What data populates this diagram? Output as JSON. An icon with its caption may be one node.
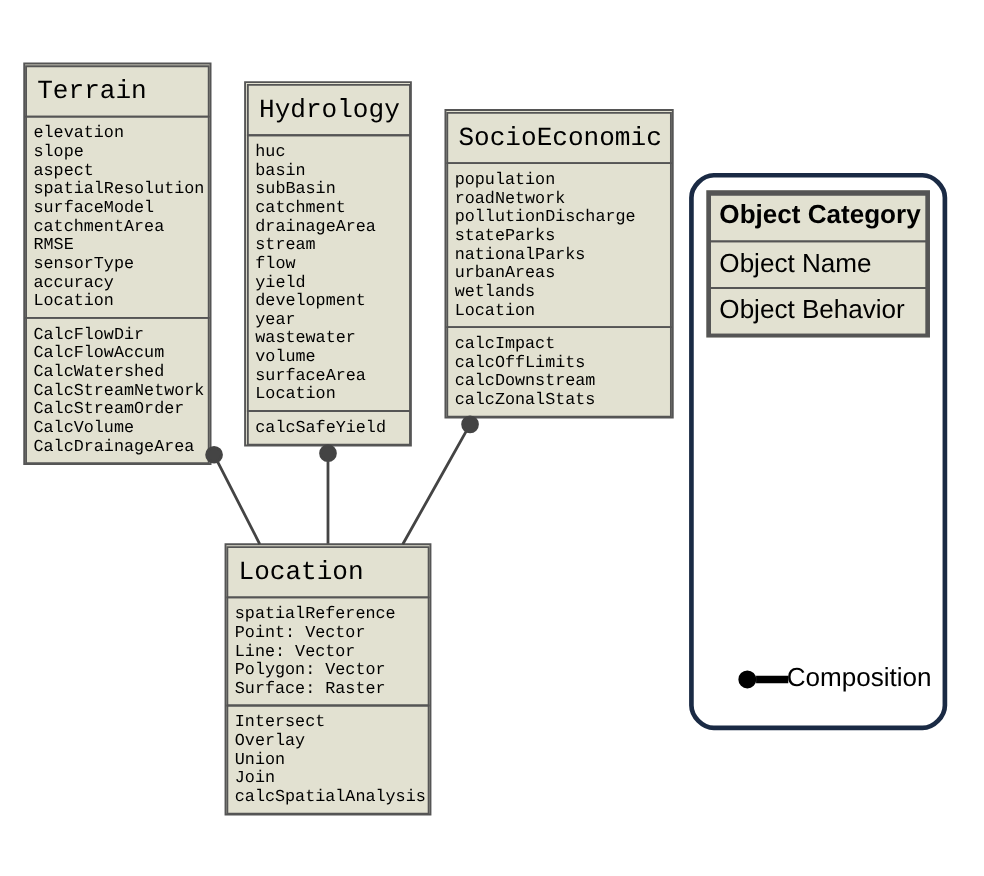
{
  "diagram": {
    "nodes": [
      {
        "text": [
          "Terrain",
          "elevation",
          "slope",
          "aspect",
          "spatialResolution",
          "surfaceModel",
          "catchmentArea",
          "RMSE",
          "sensorType",
          "accuracy",
          "Location",
          "CalcFlowDir",
          "CalcFlowAccum",
          "CalcWatershed",
          "CalcStreamNetwork",
          "CalcStreamOrder",
          "CalcVolume",
          "CalcDrainageArea"
        ]
      },
      {
        "text": [
          "Hydrology",
          "huc",
          "basin",
          "subBasin",
          "catchment",
          "drainageArea",
          "stream",
          "flow",
          "yield",
          "development",
          "year",
          "wastewater",
          "volume",
          "surfaceArea",
          "Location",
          "calcSafeYield"
        ]
      },
      {
        "text": [
          "SocioEconomic",
          "population",
          "roadNetwork",
          "pollutionDischarge",
          "stateParks",
          "nationalParks",
          "urbanAreas",
          "wetlands",
          "Location",
          "calcImpact",
          "calcOffLimits",
          "calcDownstream",
          "calcZonalStats"
        ]
      },
      {
        "text": [
          "Location",
          "spatialReference",
          "Point: Vector",
          "Line: Vector",
          "Polygon: Vector",
          "Surface: Raster",
          "Intersect",
          "Overlay",
          "Union",
          "Join",
          "calcSpatialAnalysis"
        ]
      },
      {
        "text": [],
        "shape": "box"
      },
      {
        "text": [
          "Object Category",
          "Object Name",
          "Object Behavior"
        ],
        "in": 4
      }
    ],
    "edges": [
      {
        "from": 0,
        "to": 3,
        "arrow": "other"
      },
      {
        "from": 1,
        "to": 3,
        "arrow": "other"
      },
      {
        "from": 2,
        "to": 3,
        "arrow": "other"
      }
    ],
    "legend": [
      {
        "text": "Composition"
      }
    ]
  }
}
